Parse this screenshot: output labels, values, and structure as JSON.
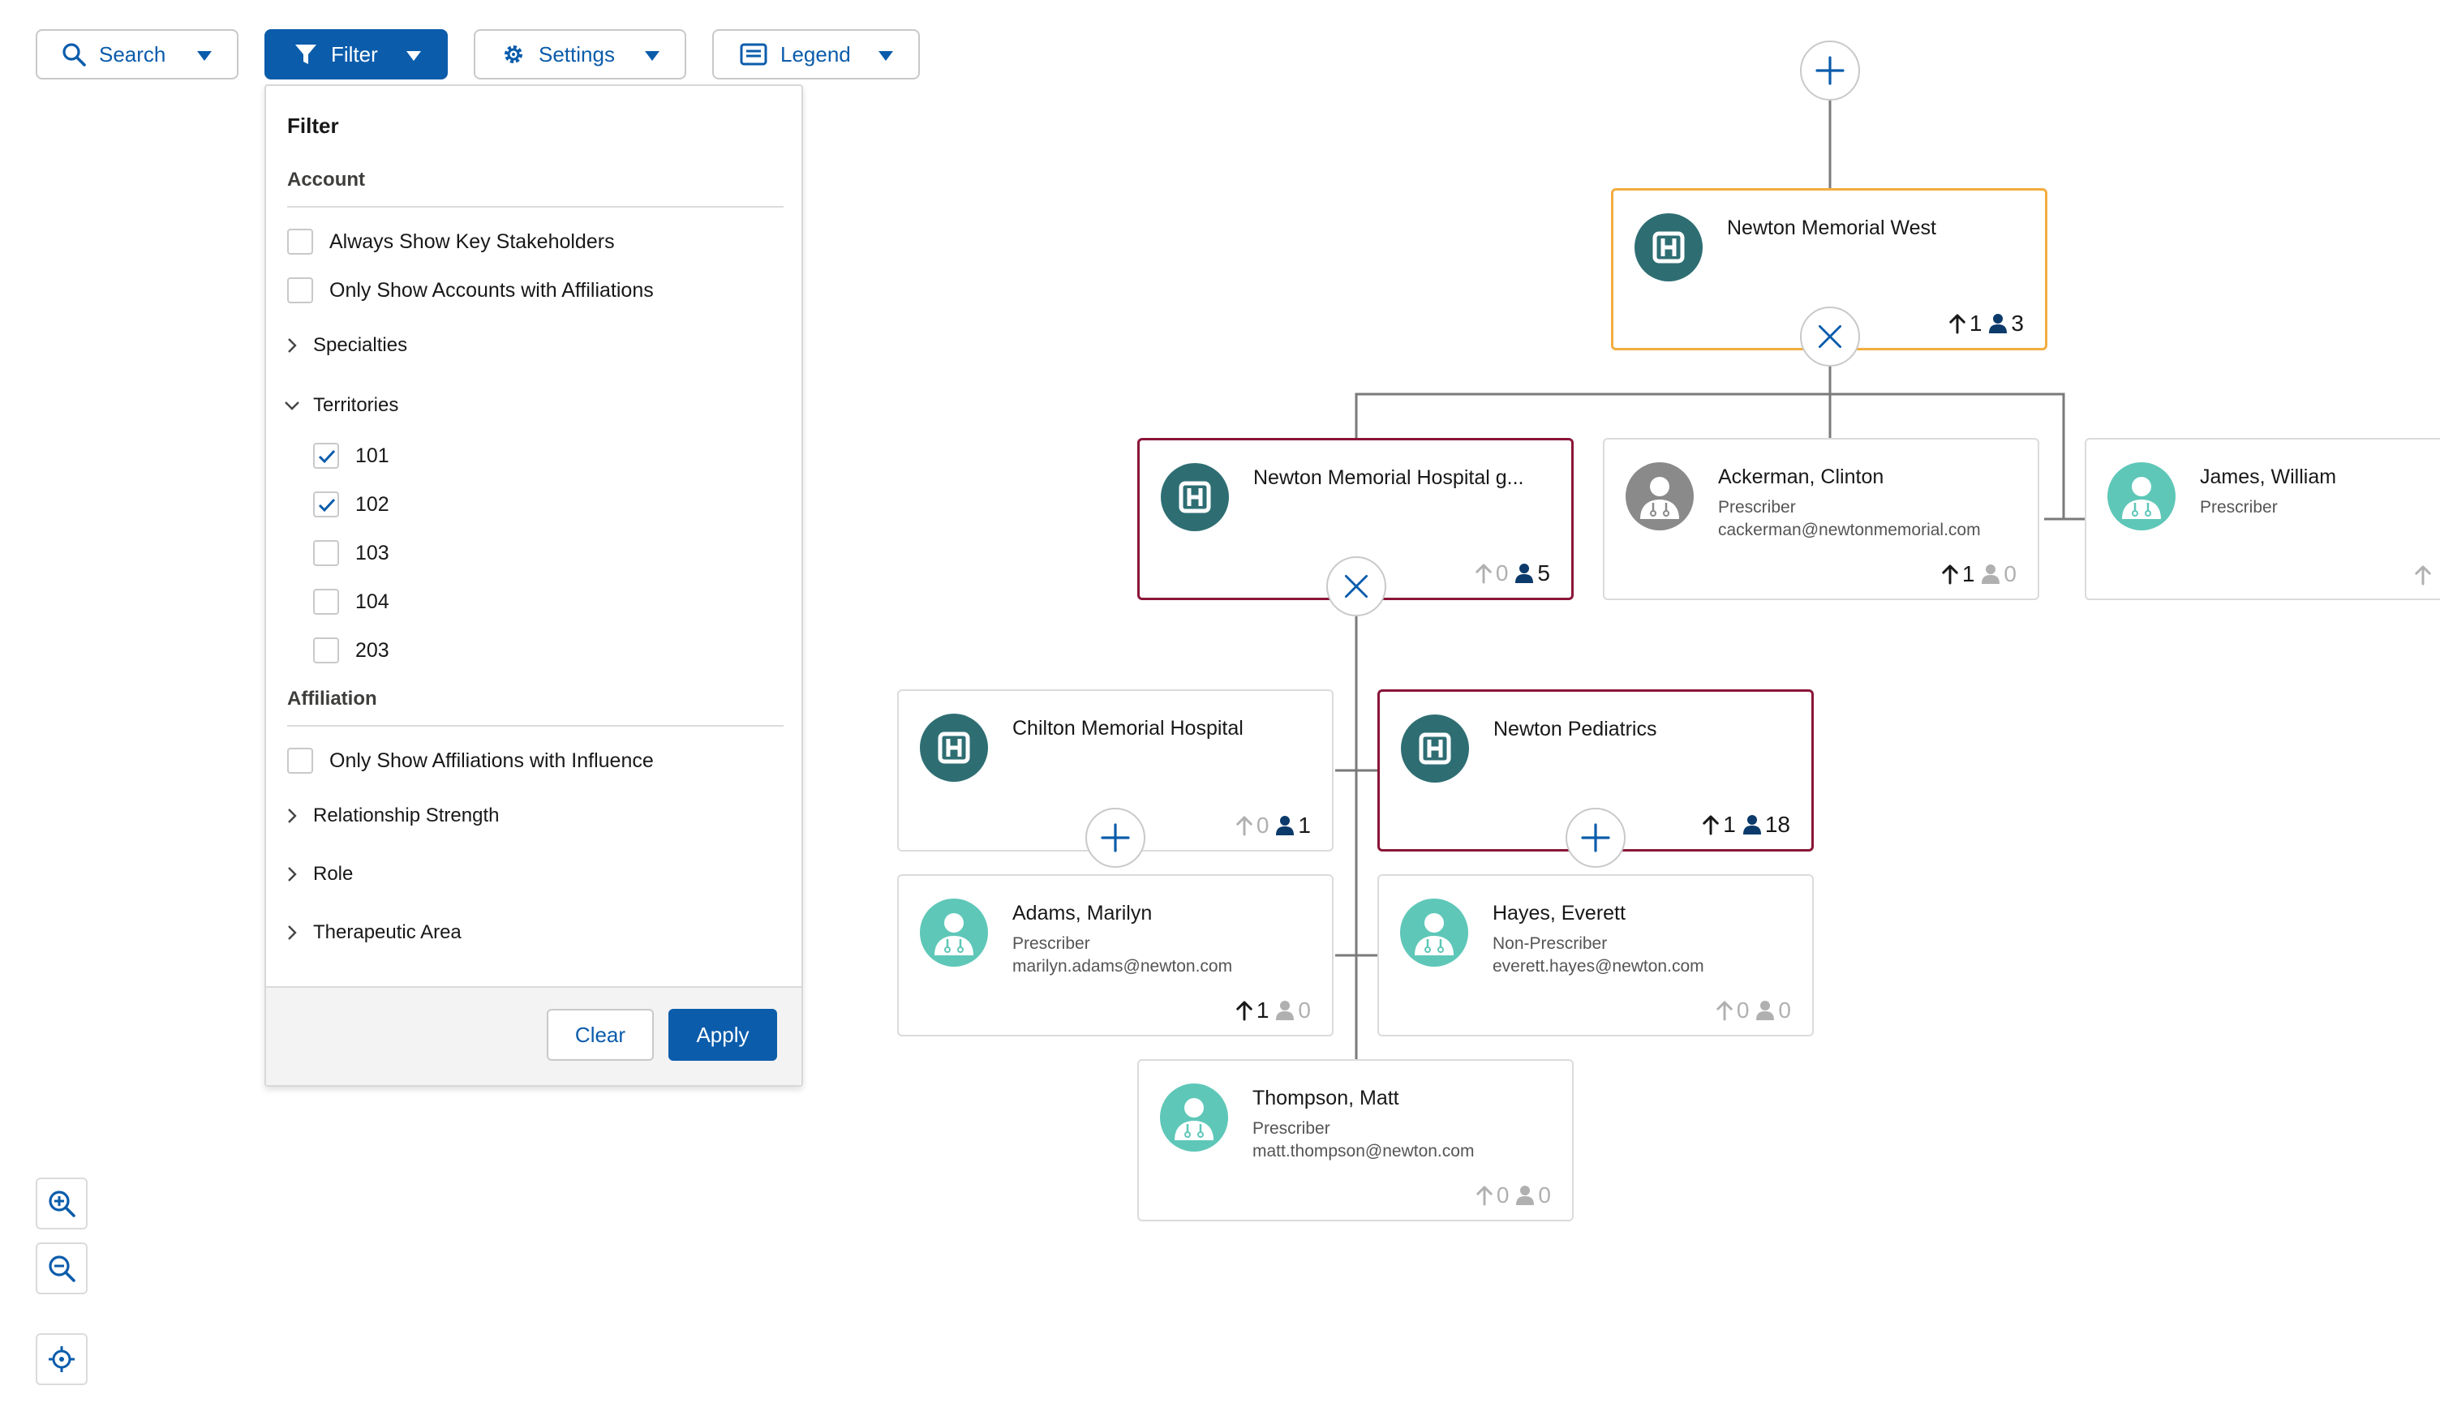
{
  "toolbar": {
    "search_label": "Search",
    "filter_label": "Filter",
    "settings_label": "Settings",
    "legend_label": "Legend"
  },
  "filter": {
    "title": "Filter",
    "account_header": "Account",
    "always_show_key": "Always Show Key Stakeholders",
    "only_show_accounts": "Only Show Accounts with Affiliations",
    "specialties": "Specialties",
    "territories": "Territories",
    "territory_items": [
      {
        "label": "101",
        "checked": true
      },
      {
        "label": "102",
        "checked": true
      },
      {
        "label": "103",
        "checked": false
      },
      {
        "label": "104",
        "checked": false
      },
      {
        "label": "203",
        "checked": false
      }
    ],
    "affiliation_header": "Affiliation",
    "only_show_affiliations": "Only Show Affiliations with Influence",
    "relationship_strength": "Relationship Strength",
    "role": "Role",
    "therapeutic_area": "Therapeutic Area",
    "clear_label": "Clear",
    "apply_label": "Apply"
  },
  "cards": {
    "nmw": {
      "name": "Newton Memorial West",
      "up": "1",
      "people": "3"
    },
    "nmh": {
      "name": "Newton Memorial Hospital g...",
      "up": "0",
      "people": "5"
    },
    "ackerman": {
      "name": "Ackerman, Clinton",
      "role": "Prescriber",
      "email": "cackerman@newtonmemorial.com",
      "up": "1",
      "people": "0"
    },
    "james": {
      "name": "James, William",
      "role": "Prescriber"
    },
    "chilton": {
      "name": "Chilton Memorial Hospital",
      "up": "0",
      "people": "1"
    },
    "peds": {
      "name": "Newton Pediatrics",
      "up": "1",
      "people": "18"
    },
    "adams": {
      "name": "Adams, Marilyn",
      "role": "Prescriber",
      "email": "marilyn.adams@newton.com",
      "up": "1",
      "people": "0"
    },
    "hayes": {
      "name": "Hayes, Everett",
      "role": "Non-Prescriber",
      "email": "everett.hayes@newton.com",
      "up": "0",
      "people": "0"
    },
    "thompson": {
      "name": "Thompson, Matt",
      "role": "Prescriber",
      "email": "matt.thompson@newton.com",
      "up": "0",
      "people": "0"
    }
  },
  "colors": {
    "brand_blue": "#0b5cab",
    "hospital_teal": "#2e6e73",
    "person_teal": "#5ec7b8",
    "person_gray": "#8a8a8a",
    "selected_yellow": "#f3ad3f",
    "selected_maroon": "#8a1538"
  }
}
